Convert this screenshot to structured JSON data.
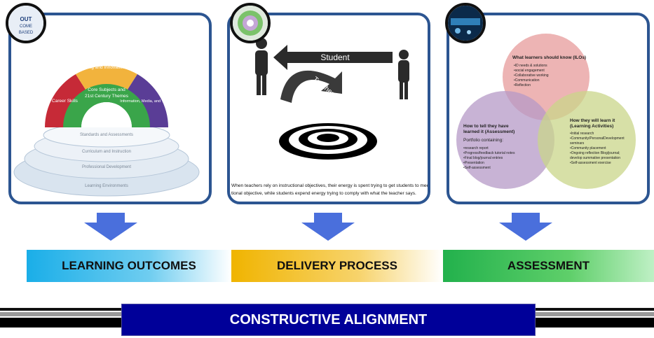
{
  "panel1": {
    "badge_text": "OUTCOME BASED",
    "sectors": [
      "Life and Career Skills",
      "Learning and Innovation Skills",
      "Information, Media, and Technology Skills"
    ],
    "core": [
      "Core Subjects and",
      "21st Century Themes"
    ],
    "rings": [
      "Standards and Assessments",
      "Curriculum and Instruction",
      "Professional Development",
      "Learning Environments"
    ]
  },
  "panel2": {
    "student": "Student",
    "teacher": "Teacher",
    "caption_line1": "When teachers rely on instructional objectives, their energy is spent trying to get students to meet the instruc",
    "caption_line2": "tional objective, while students expend energy trying to comply with what the teacher says."
  },
  "panel3": {
    "ilos_title": "What learners should know (ILOs)",
    "ilos_items": [
      "•ID needs & solutions",
      "•social engagement",
      "•Collaborative working",
      "•Communication",
      "•Reflection"
    ],
    "assess_title_1": "How to tell they have",
    "assess_title_2": "learned it (Assessment)",
    "assess_sub": "Portfolio containing:",
    "assess_items": [
      "•research report",
      "•Progress/feedback tutorial notes",
      "•Final blog/journal entries",
      "•Presentation",
      "•Self-assessment"
    ],
    "learn_title_1": "How they will learn it",
    "learn_title_2": "(Learning Activities)",
    "learn_items": [
      "•Initial research",
      "•Community/PersonalDevelopment",
      " seminars",
      "•Community placement",
      "•Ongoing reflection Blog/journal;",
      " develop summative presentation",
      "•Self-assessment exercise"
    ]
  },
  "labels": {
    "outcomes": "LEARNING OUTCOMES",
    "delivery": "DELIVERY PROCESS",
    "assessment": "ASSESSMENT"
  },
  "footer": {
    "title": "CONSTRUCTIVE ALIGNMENT"
  },
  "colors": {
    "panel_border": "#2c5591",
    "arrow": "#4a6fdc",
    "outcomes_band": "#1aaee8",
    "delivery_band": "#f0b400",
    "assessment_band": "#22b14c",
    "footer_bg": "#000099"
  }
}
